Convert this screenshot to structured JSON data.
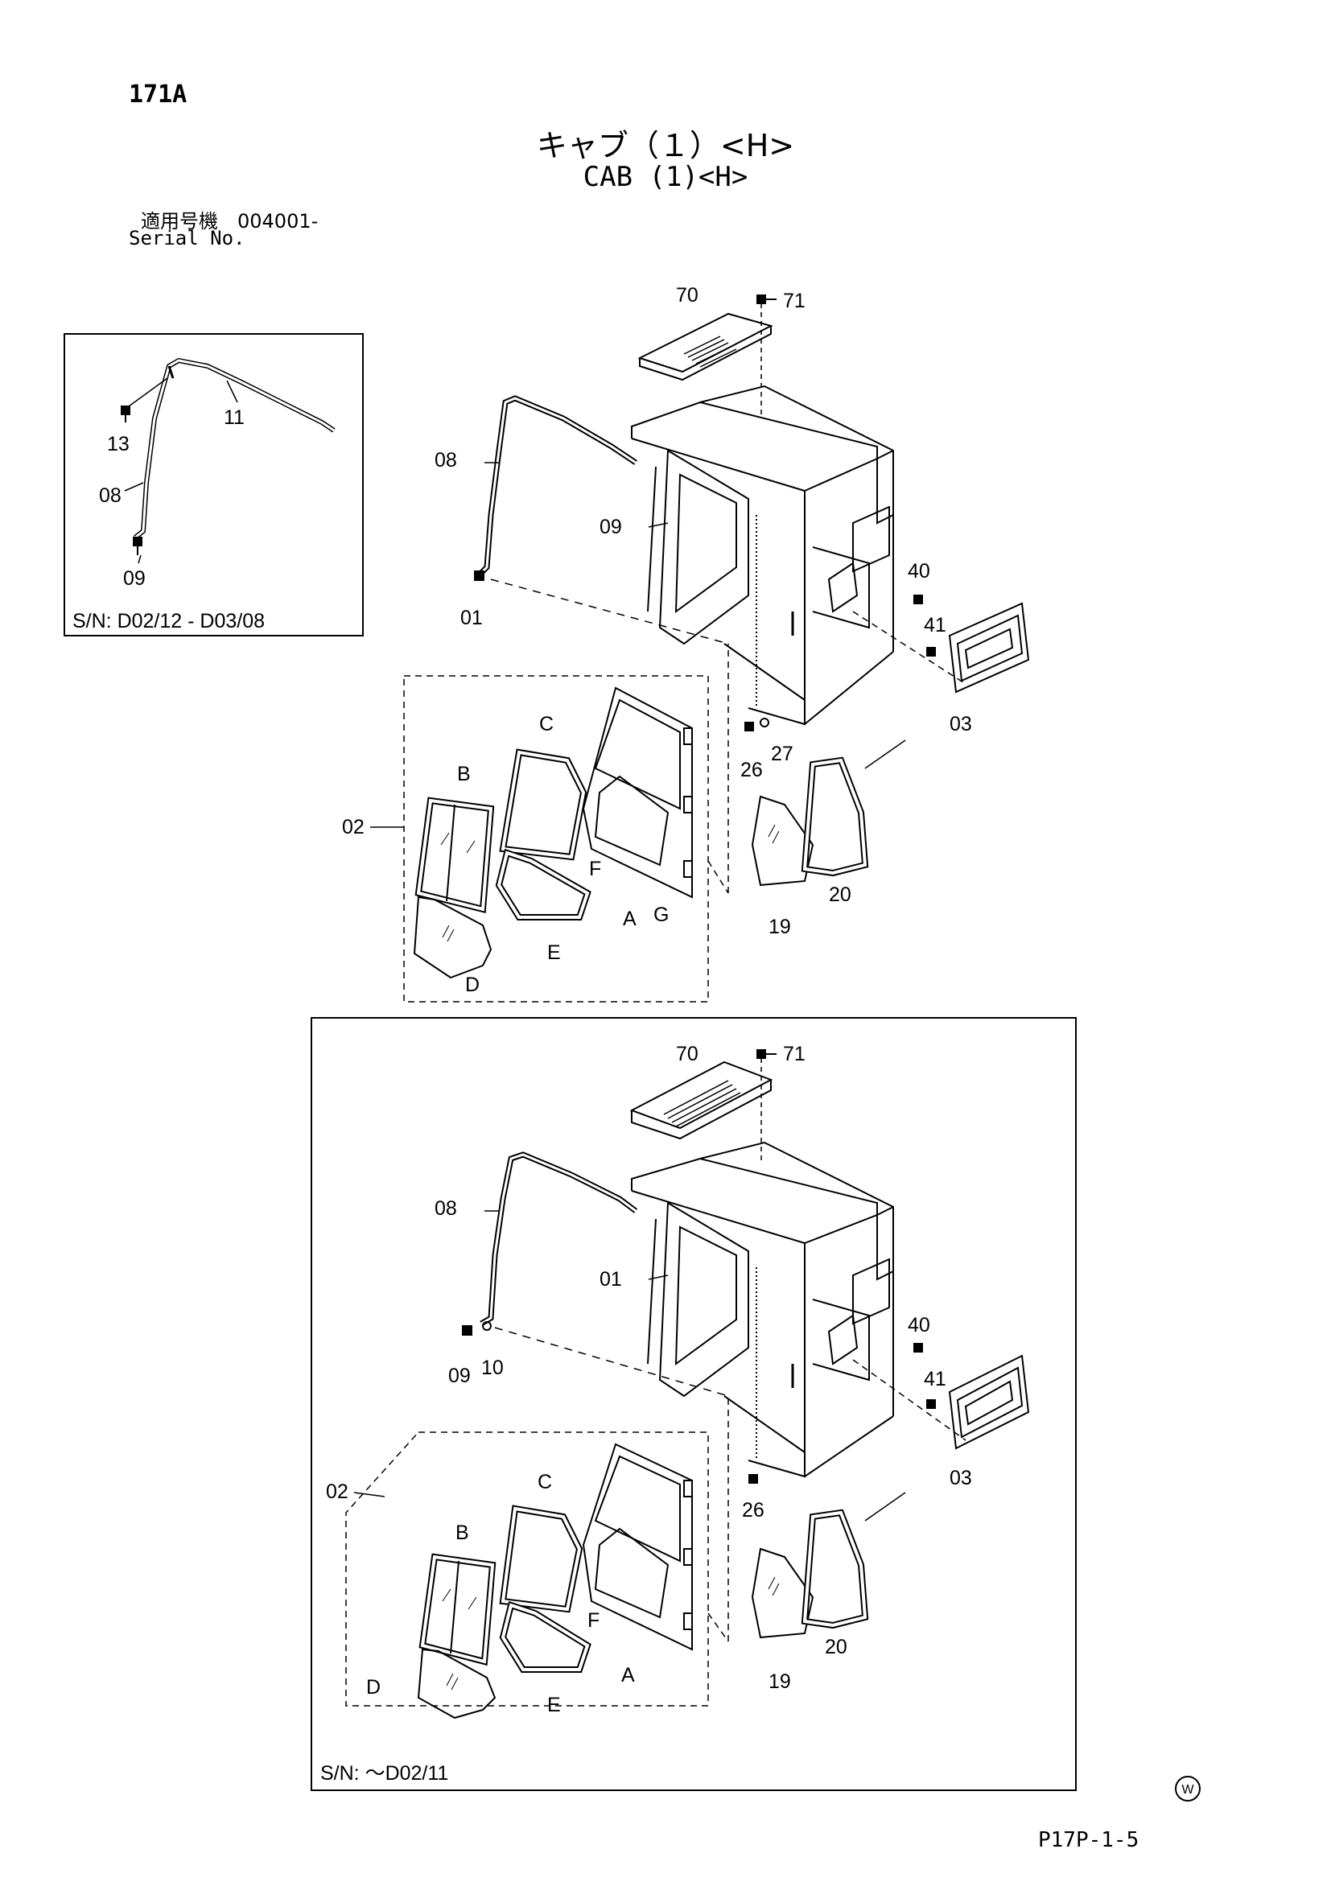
{
  "header": {
    "page_code": "171A",
    "title_jp": "キャブ（１）<H>",
    "title_en": "CAB (1)<H>",
    "serial_label_jp": "適用号機　004001-",
    "serial_label_en": "Serial No."
  },
  "inset": {
    "serial_range": "S/N: D02/12 - D03/08",
    "labels": [
      "11",
      "13",
      "08",
      "09"
    ]
  },
  "upper_diagram": {
    "labels": [
      "70",
      "71",
      "08",
      "01",
      "09",
      "40",
      "41",
      "03",
      "26",
      "27",
      "02",
      "A",
      "B",
      "C",
      "D",
      "E",
      "F",
      "G",
      "19",
      "20"
    ]
  },
  "lower_diagram": {
    "serial_range": "S/N: ～D02/11",
    "labels": [
      "70",
      "71",
      "08",
      "01",
      "09",
      "10",
      "40",
      "41",
      "03",
      "26",
      "02",
      "A",
      "B",
      "C",
      "D",
      "E",
      "F",
      "19",
      "20"
    ]
  },
  "footer": {
    "code": "P17P-1-5",
    "watermark": "W"
  }
}
